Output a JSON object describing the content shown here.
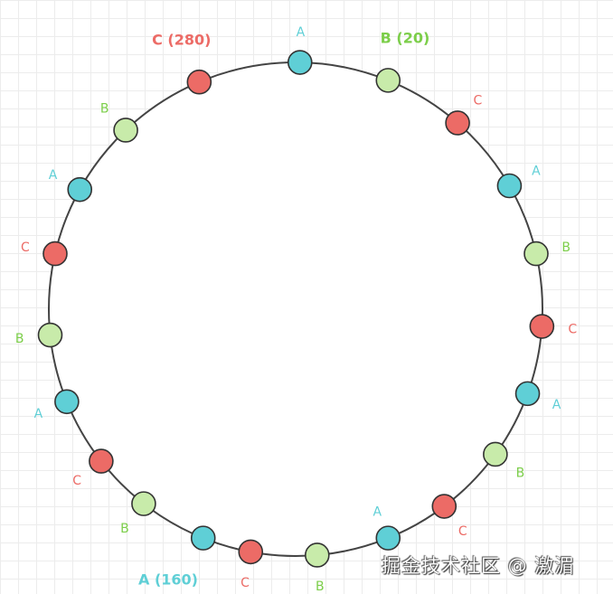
{
  "colors": {
    "A": "#5fcfd6",
    "B": "#c8ebaa",
    "C": "#ec6b66",
    "A_text": "#5fcfd6",
    "B_text": "#7cce4a",
    "C_text": "#ec6b66",
    "ring": "#444444"
  },
  "nodes": [
    {
      "type": "A",
      "label": "A"
    },
    {
      "type": "B",
      "label": "B (20)",
      "bold": true
    },
    {
      "type": "C",
      "label": "C"
    },
    {
      "type": "A",
      "label": "A"
    },
    {
      "type": "B",
      "label": "B"
    },
    {
      "type": "C",
      "label": "C"
    },
    {
      "type": "A",
      "label": "A"
    },
    {
      "type": "B",
      "label": "B"
    },
    {
      "type": "C",
      "label": "C"
    },
    {
      "type": "A",
      "label": "A"
    },
    {
      "type": "B",
      "label": "B"
    },
    {
      "type": "C",
      "label": "C"
    },
    {
      "type": "A",
      "label": "A (160)",
      "bold": true
    },
    {
      "type": "B",
      "label": "B"
    },
    {
      "type": "C",
      "label": "C"
    },
    {
      "type": "A",
      "label": "A"
    },
    {
      "type": "B",
      "label": "B"
    },
    {
      "type": "C",
      "label": "C"
    },
    {
      "type": "A",
      "label": "A"
    },
    {
      "type": "B",
      "label": "B"
    },
    {
      "type": "C",
      "label": "C (280)",
      "bold": true
    }
  ],
  "watermark": "掘金技术社区 @ 激湄"
}
